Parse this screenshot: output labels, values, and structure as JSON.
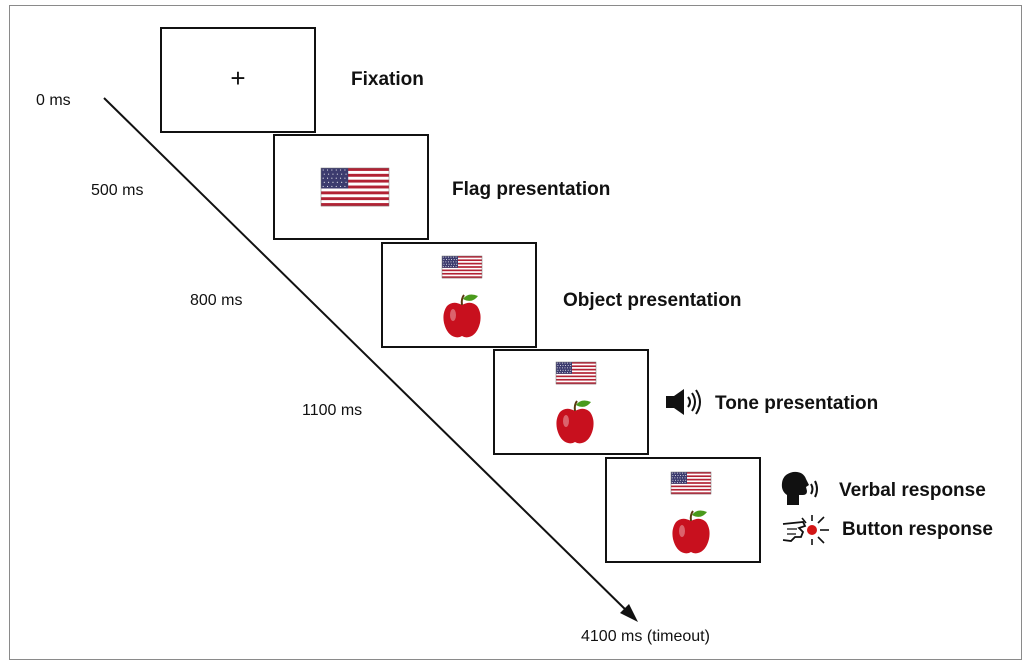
{
  "times": {
    "t0": "0 ms",
    "t1": "500 ms",
    "t2": "800 ms",
    "t3": "1100 ms",
    "t4": "4100 ms (timeout)"
  },
  "stages": {
    "fixation": "Fixation",
    "flag": "Flag presentation",
    "object": "Object presentation",
    "tone": "Tone presentation",
    "verbal": "Verbal response",
    "button": "Button response"
  },
  "fixation_symbol": "+",
  "colors": {
    "flag_red": "#b22234",
    "flag_blue": "#3c3b6e",
    "apple_red": "#c8101e",
    "leaf_green": "#4a9a1c"
  },
  "icons": [
    "flag-icon",
    "apple-icon",
    "speaker-icon",
    "speaking-head-icon",
    "button-press-icon"
  ]
}
